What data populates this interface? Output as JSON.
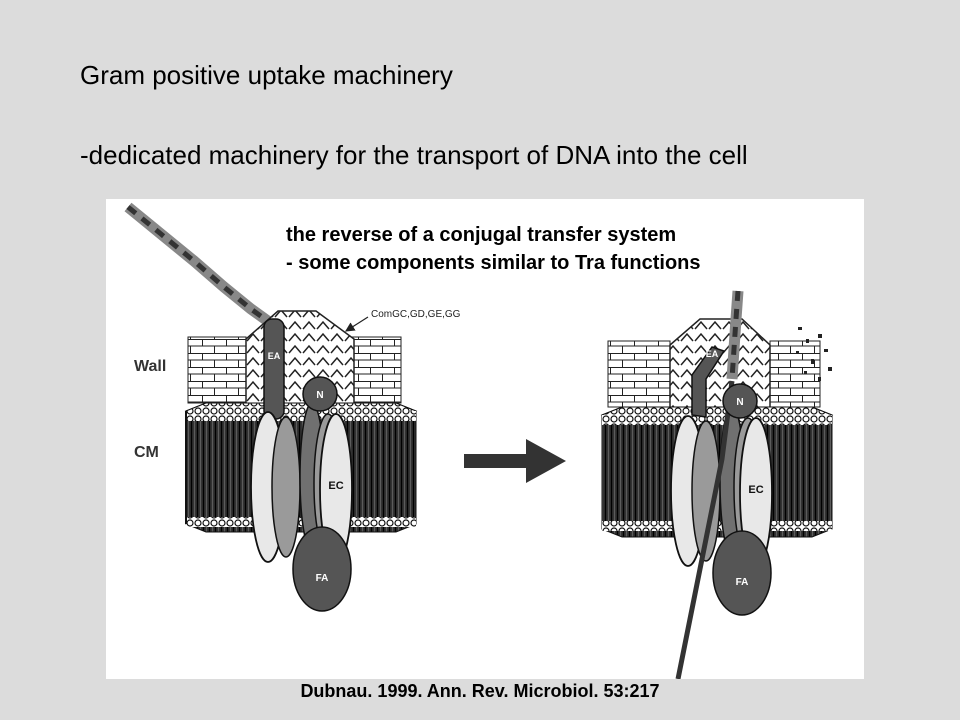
{
  "slide": {
    "title": "Gram positive uptake machinery",
    "subtitle": "-dedicated machinery for the transport of DNA into the cell",
    "citation": "Dubnau. 1999. Ann. Rev. Microbiol. 53:217"
  },
  "figure": {
    "note_line1": "the reverse of a conjugal transfer system",
    "note_line2": "- some components similar to Tra functions",
    "labels": {
      "wall": "Wall",
      "cm": "CM",
      "com": "ComGC,GD,GE,GG",
      "ea": "EA",
      "n": "N",
      "ec": "EC",
      "fa": "FA"
    }
  },
  "colors": {
    "background": "#dcdcdc",
    "figure_bg": "#ffffff",
    "protein_dark": "#555555",
    "protein_light": "#e0e0e0"
  }
}
